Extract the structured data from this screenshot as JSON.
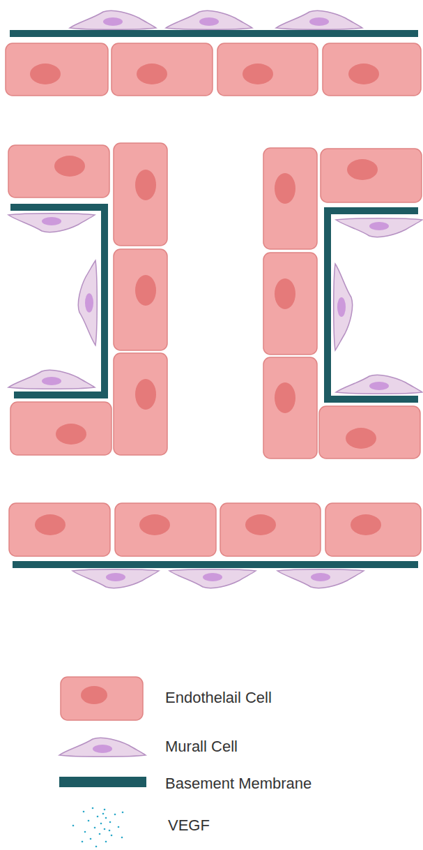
{
  "diagram": {
    "legend": [
      {
        "text": "Endothelail Cell"
      },
      {
        "text": "Murall Cell"
      },
      {
        "text": "Basement Membrane",
        "color": "#1d5b63"
      },
      {
        "text": "VEGF"
      }
    ]
  }
}
